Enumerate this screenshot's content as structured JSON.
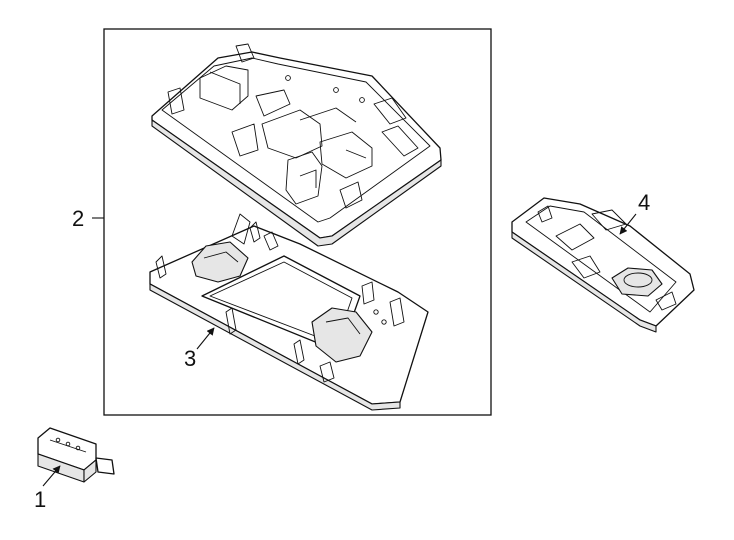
{
  "diagram": {
    "callouts": [
      {
        "id": "1",
        "label": "1"
      },
      {
        "id": "2",
        "label": "2"
      },
      {
        "id": "3",
        "label": "3"
      },
      {
        "id": "4",
        "label": "4"
      }
    ],
    "colors": {
      "line": "#111111",
      "background": "#ffffff",
      "shade": "#e6e6e6"
    }
  }
}
